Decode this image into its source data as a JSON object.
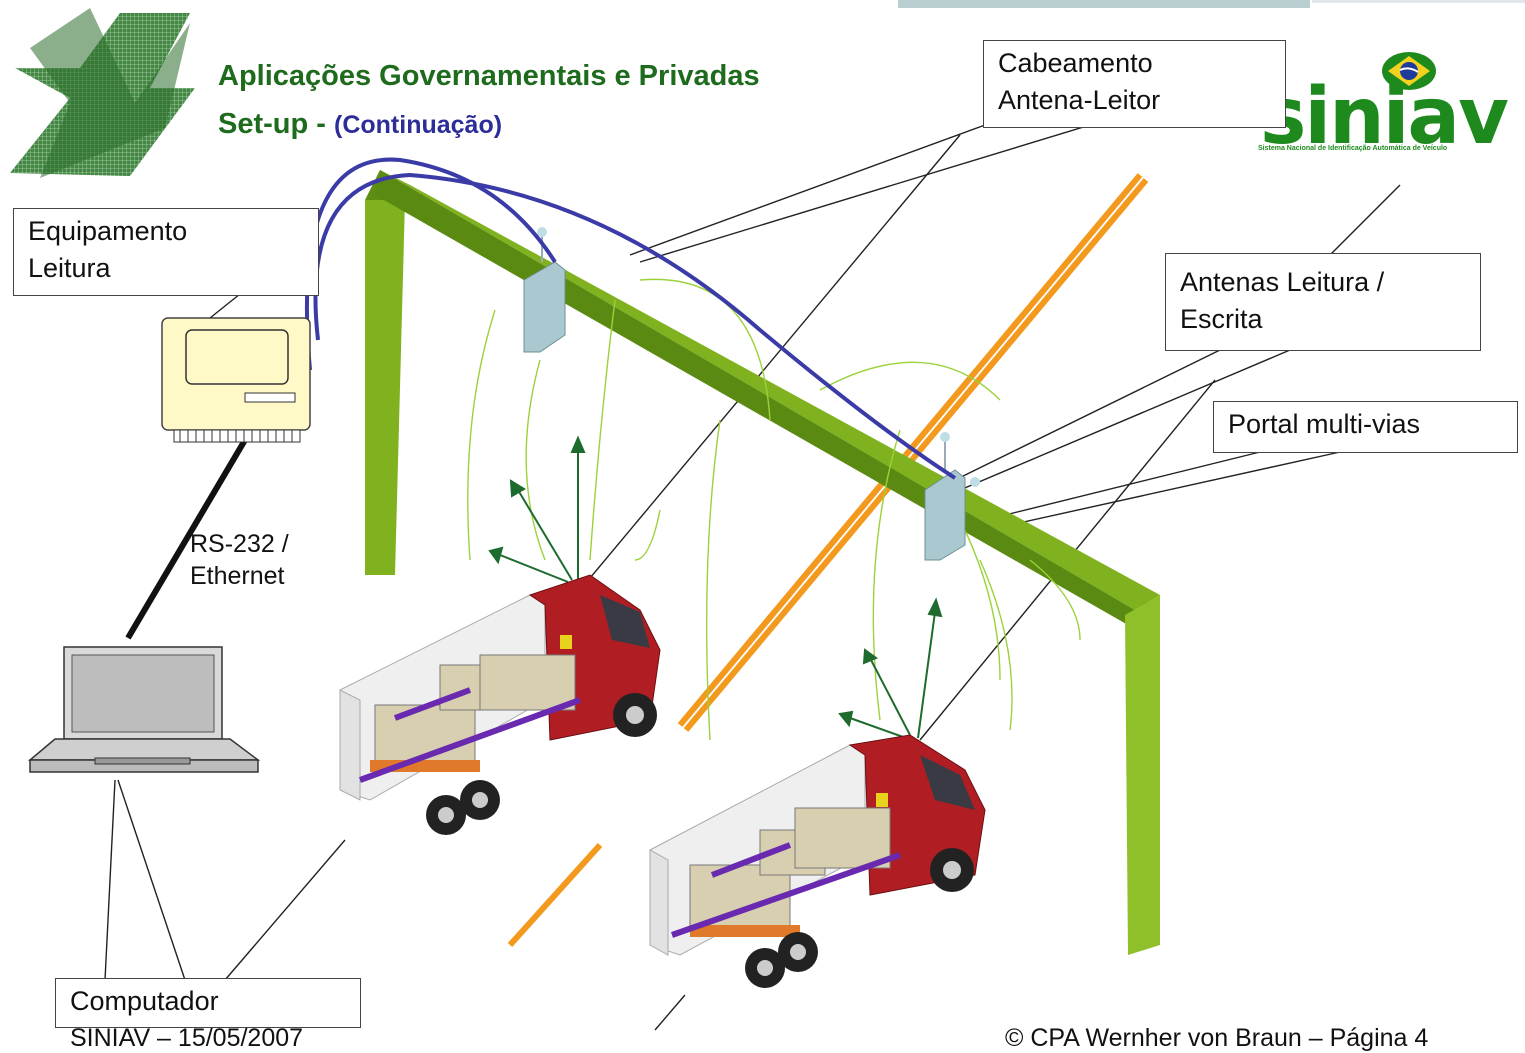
{
  "header": {
    "title_line1": "Aplicações Governamentais e Privadas",
    "title_line2": "Set-up - ",
    "title_line2_suffix": "(Continuação)"
  },
  "logo": {
    "name": "siniav",
    "subtitle": "Sistema Nacional de Identificação Automática de Veículo"
  },
  "labels": {
    "cabling_line1": "Cabeamento",
    "cabling_line2": "Antena-Leitor",
    "reader_line1": "Equipamento",
    "reader_line2": "Leitura",
    "antennas_line1": "Antenas Leitura /",
    "antennas_line2": "Escrita",
    "portal": "Portal multi-vias",
    "link_line1": "RS-232 /",
    "link_line2": "Ethernet",
    "computer": "Computador"
  },
  "footer": {
    "left": "SINIAV – 15/05/2007",
    "right": "© CPA Wernher von Braun – Página 4"
  },
  "colors": {
    "title": "#1e6b1e",
    "subtitle_accent": "#2d2d9a",
    "portal": "#7fb21e",
    "cable": "#3b3ba8",
    "lane_line": "#f39a1e",
    "truck_cab": "#b01e24"
  }
}
